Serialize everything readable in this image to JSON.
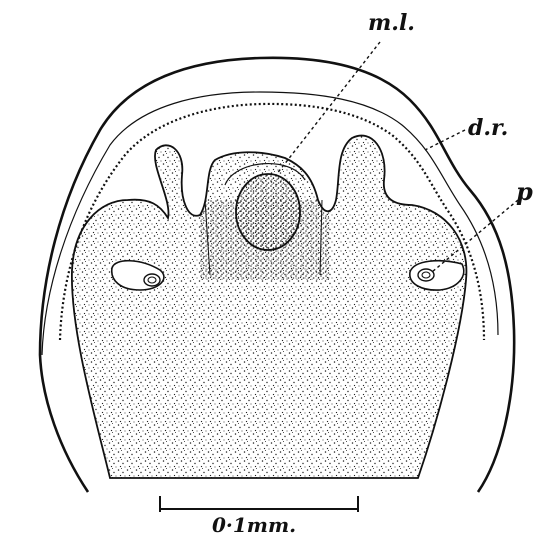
{
  "figure": {
    "labels": {
      "ml": "m.l.",
      "dr": "d.r.",
      "p": "p"
    },
    "scale_bar": {
      "text": "0·1mm."
    }
  },
  "colors": {
    "ink": "#111111",
    "background": "#ffffff"
  }
}
